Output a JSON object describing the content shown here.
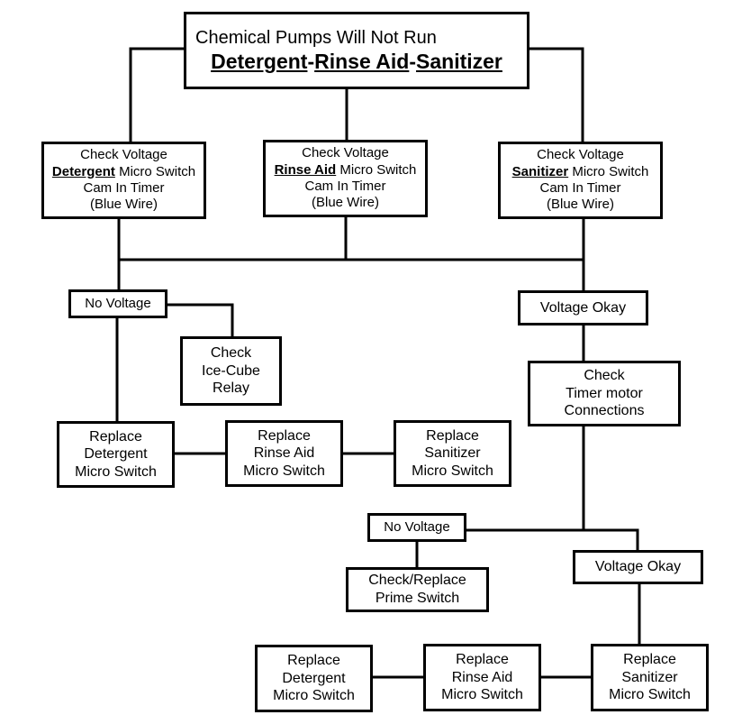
{
  "title": {
    "line1": "Chemical Pumps Will Not Run",
    "detergent": "Detergent",
    "sep1": "-",
    "rinse_aid": "Rinse Aid",
    "sep2": "-",
    "sanitizer": "Sanitizer"
  },
  "checks": {
    "detergent": {
      "line1": "Check Voltage",
      "keyword": "Detergent",
      "rest": " Micro Switch",
      "line3": "Cam In Timer",
      "line4": "(Blue Wire)"
    },
    "rinse_aid": {
      "line1": "Check Voltage",
      "keyword": "Rinse Aid",
      "rest": " Micro Switch",
      "line3": "Cam In Timer",
      "line4": "(Blue Wire)"
    },
    "sanitizer": {
      "line1": "Check Voltage",
      "keyword": "Sanitizer",
      "rest": " Micro Switch",
      "line3": "Cam In Timer",
      "line4": "(Blue Wire)"
    }
  },
  "left_branch": {
    "no_voltage": "No Voltage",
    "relay": [
      "Check",
      "Ice-Cube",
      "Relay"
    ],
    "replace_detergent": [
      "Replace",
      "Detergent",
      "Micro Switch"
    ],
    "replace_rinse_aid": [
      "Replace",
      "Rinse Aid",
      "Micro Switch"
    ],
    "replace_sanitizer": [
      "Replace",
      "Sanitizer",
      "Micro Switch"
    ]
  },
  "right_branch": {
    "voltage_okay": "Voltage Okay",
    "timer": [
      "Check",
      "Timer motor",
      "Connections"
    ],
    "no_voltage": "No Voltage",
    "prime_switch": [
      "Check/Replace",
      "Prime Switch"
    ],
    "voltage_okay_2": "Voltage Okay",
    "replace_detergent": [
      "Replace",
      "Detergent",
      "Micro Switch"
    ],
    "replace_rinse_aid": [
      "Replace",
      "Rinse Aid",
      "Micro Switch"
    ],
    "replace_sanitizer": [
      "Replace",
      "Sanitizer",
      "Micro Switch"
    ]
  }
}
